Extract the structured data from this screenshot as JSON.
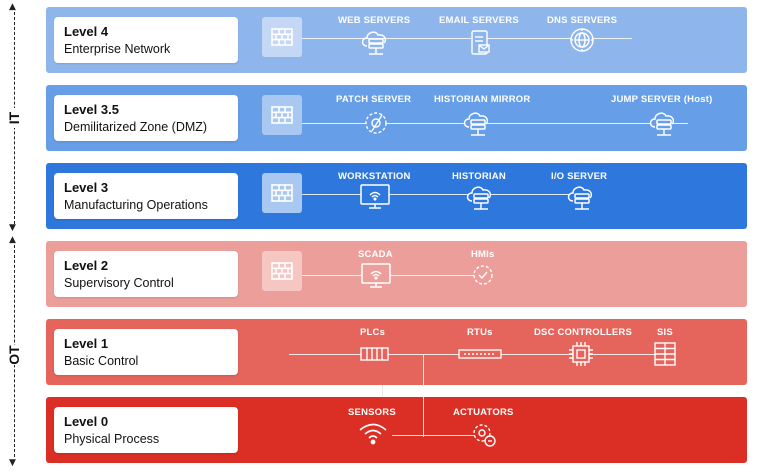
{
  "sidebar": {
    "it_label": "IT",
    "ot_label": "OT"
  },
  "levels": [
    {
      "title": "Level 4",
      "subtitle": "Enterprise Network",
      "color": "#8fb6ec",
      "devices": [
        "WEB SERVERS",
        "EMAIL SERVERS",
        "DNS SERVERS"
      ]
    },
    {
      "title": "Level 3.5",
      "subtitle": "Demilitarized Zone (DMZ)",
      "color": "#679ee8",
      "devices": [
        "PATCH SERVER",
        "HISTORIAN MIRROR",
        "JUMP SERVER (Host)"
      ]
    },
    {
      "title": "Level 3",
      "subtitle": "Manufacturing Operations",
      "color": "#2e78dd",
      "devices": [
        "WORKSTATION",
        "HISTORIAN",
        "I/O SERVER"
      ]
    },
    {
      "title": "Level 2",
      "subtitle": "Supervisory Control",
      "color": "#ec9f9a",
      "devices": [
        "SCADA",
        "HMIs"
      ]
    },
    {
      "title": "Level 1",
      "subtitle": "Basic Control",
      "color": "#e5645c",
      "devices": [
        "PLCs",
        "RTUs",
        "DSC CONTROLLERS",
        "SIS"
      ]
    },
    {
      "title": "Level 0",
      "subtitle": "Physical Process",
      "color": "#db2e24",
      "devices": [
        "SENSORS",
        "ACTUATORS"
      ]
    }
  ],
  "icons": {
    "level4": [
      "server-cloud-icon",
      "email-server-icon",
      "dns-globe-icon"
    ],
    "level35": [
      "patch-gear-icon",
      "server-cloud-icon",
      "server-cloud-icon"
    ],
    "level3": [
      "workstation-monitor-icon",
      "server-cloud-icon",
      "server-cloud-icon"
    ],
    "level2": [
      "monitor-wifi-icon",
      "shield-gear-icon"
    ],
    "level1": [
      "plc-icon",
      "rtu-icon",
      "chip-icon",
      "sis-icon"
    ],
    "level0": [
      "wifi-sensor-icon",
      "actuator-gear-icon"
    ],
    "firewall": "firewall-icon"
  }
}
